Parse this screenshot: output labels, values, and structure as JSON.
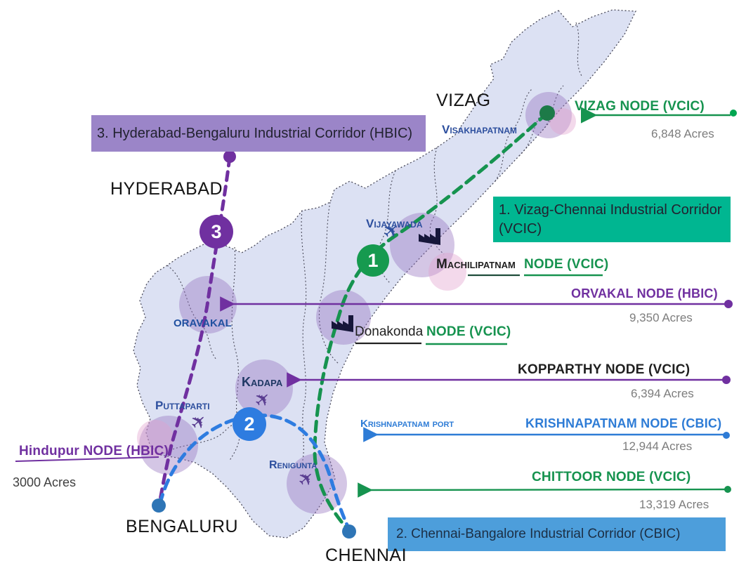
{
  "boxes": {
    "vcic": "1. Vizag-Chennai Industrial Corridor (VCIC)",
    "cbic": "2. Chennai-Bangalore Industrial Corridor (CBIC)",
    "hbic": "3. Hyderabad-Bengaluru Industrial Corridor (HBIC)"
  },
  "markers": {
    "vcic": "1",
    "cbic": "2",
    "hbic": "3"
  },
  "cities": {
    "vizag": "VIZAG",
    "visakhapatnam": "Visakhapatnam",
    "hyderabad": "HYDERABAD",
    "vijayawada": "Vijayawada",
    "oravakal": "ORAVAKAL",
    "kadapa": "Kadapa",
    "puttaparti": "Puttaparti",
    "renigunta": "Renigunta",
    "bengaluru": "BENGALURU",
    "chennai": "CHENNAI"
  },
  "nodes": {
    "vizag": {
      "label": "VIZAG NODE (VCIC)",
      "acres": "6,848 Acres"
    },
    "machilipatnam": {
      "place": "Machilipatnam",
      "label": "NODE (VCIC)"
    },
    "orvakal": {
      "label": "ORVAKAL NODE (HBIC)",
      "acres": "9,350 Acres"
    },
    "donakonda": {
      "place": "Donakonda",
      "label": "NODE (VCIC)"
    },
    "kopparthy": {
      "label": "KOPPARTHY NODE (VCIC)",
      "acres": "6,394 Acres"
    },
    "krishnapatnam": {
      "label": "KRISHNAPATNAM NODE (CBIC)",
      "acres": "12,944 Acres",
      "port": "Krishnapatnam port"
    },
    "chittoor": {
      "label": "CHITTOOR NODE (VCIC)",
      "acres": "13,319 Acres"
    },
    "hindupur": {
      "label": "Hindupur NODE (HBIC)",
      "acres": "3000 Acres"
    }
  },
  "icons": {
    "airplane": "✈"
  },
  "colors": {
    "vcic_green": "#16934f",
    "hbic_purple": "#7030a0",
    "cbic_blue": "#2e7cd6",
    "vcic_box_bg": "#00b691",
    "hbic_box_bg": "#9b85c8",
    "cbic_box_bg": "#4d9edb",
    "map_fill": "#dce1f3",
    "node_circle_purple": "#9370be",
    "acres_gray": "#7f7f7f"
  }
}
